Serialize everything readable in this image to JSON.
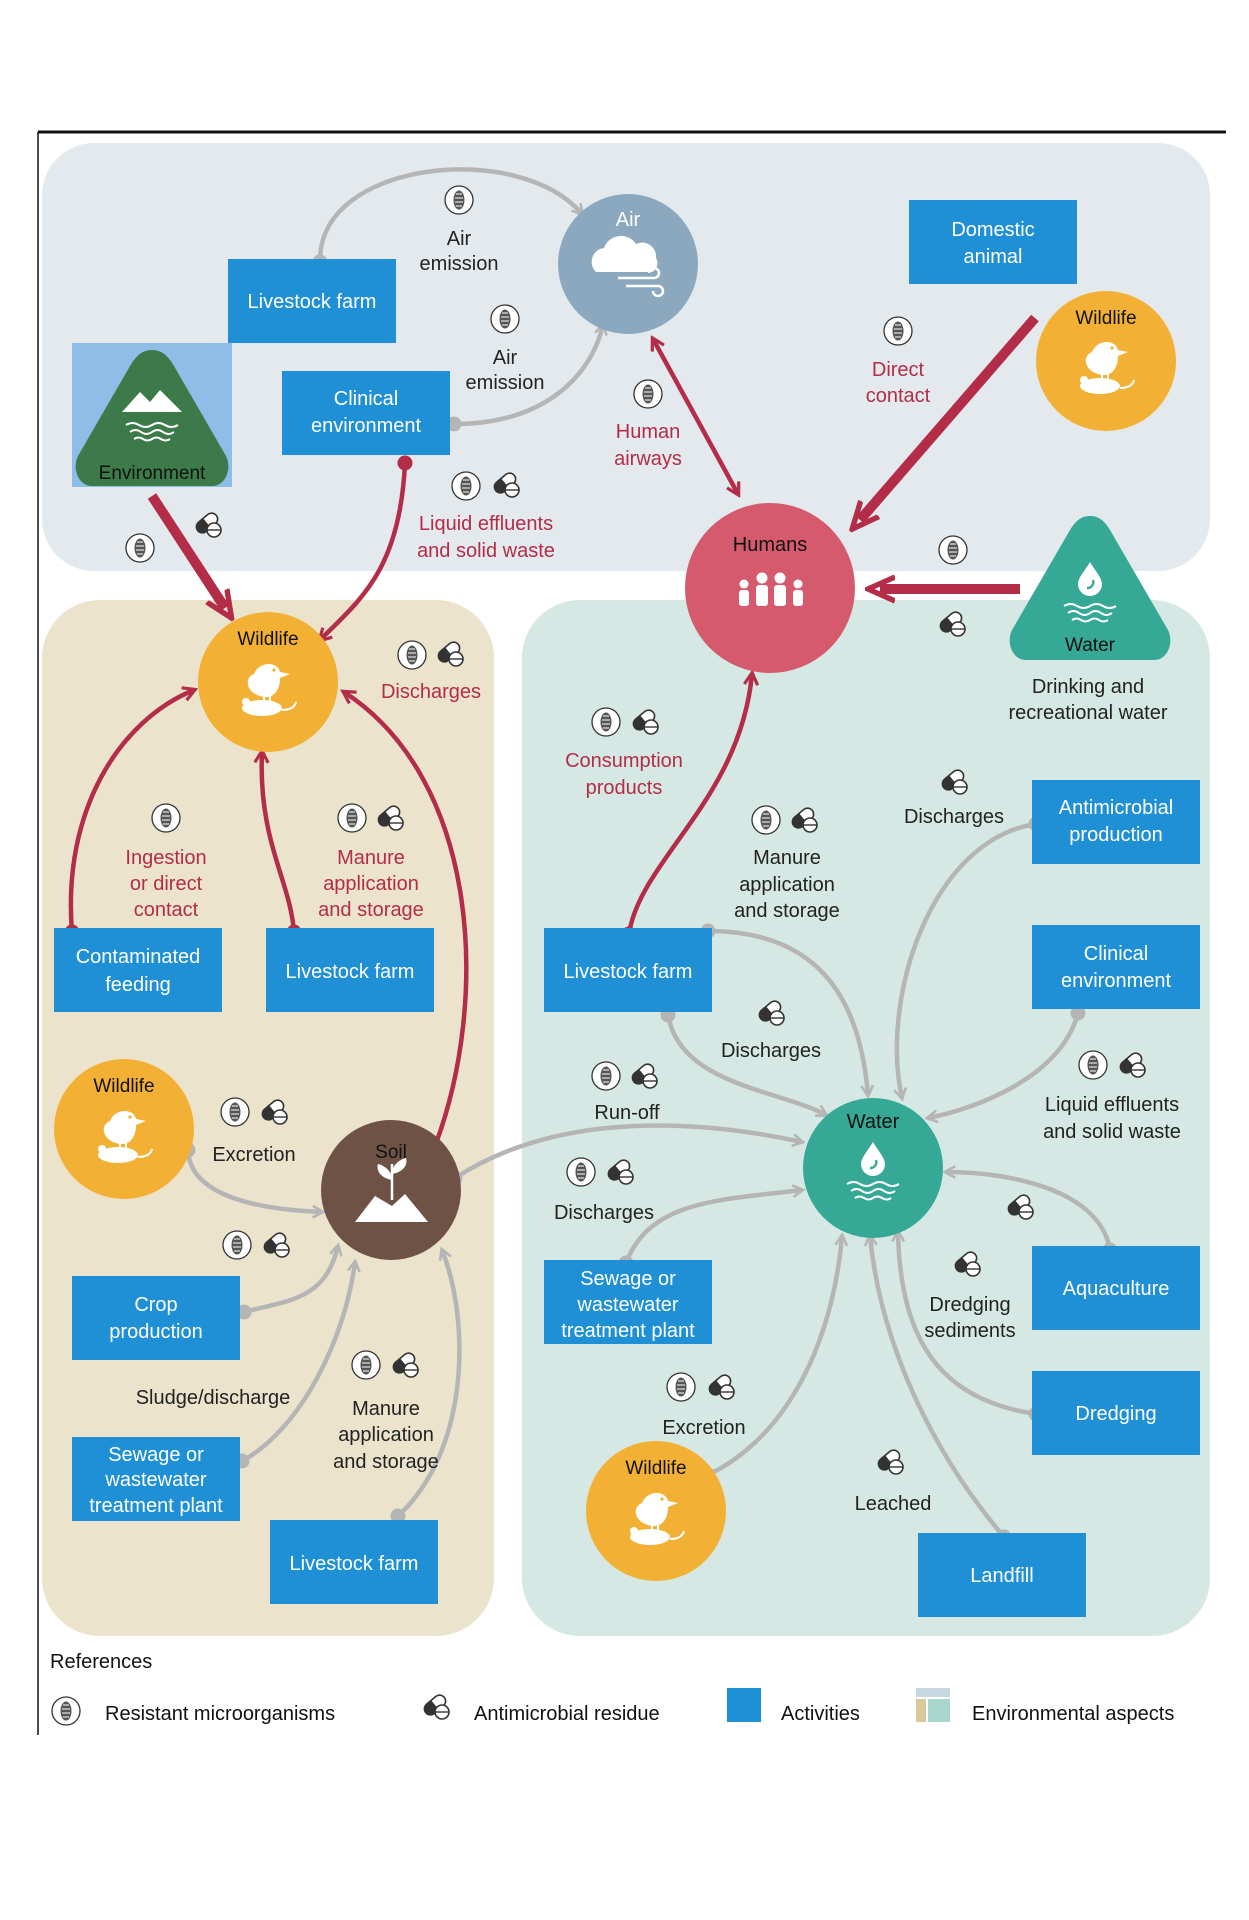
{
  "colors": {
    "air_zone": "#e3e9ed",
    "soil_zone": "#ebe3cc",
    "water_zone": "#d5e8e4",
    "activity": "#1f8fd6",
    "wildlife": "#f2b134",
    "humans": "#d55a6d",
    "water": "#36a896",
    "soil": "#6d5245",
    "air": "#8ca8bf",
    "environment": "#3d7a4a",
    "red_arrow": "#b32d48",
    "grey_arrow": "#b5b5b5",
    "red_text": "#b32d48"
  },
  "hubs": {
    "air": "Air",
    "humans": "Humans",
    "water_center": "Water",
    "soil": "Soil",
    "wildlife_top_right": "Wildlife",
    "wildlife_soil_top": "Wildlife",
    "wildlife_soil_left": "Wildlife",
    "wildlife_water": "Wildlife",
    "environment": "Environment",
    "water_triangle": "Water"
  },
  "boxes": {
    "livestock_air": "Livestock farm",
    "clinical_air": [
      "Clinical",
      "environment"
    ],
    "domestic_animal": [
      "Domestic",
      "animal"
    ],
    "contaminated_feeding": [
      "Contaminated",
      "feeding"
    ],
    "livestock_soil_mid": "Livestock farm",
    "crop_production": [
      "Crop",
      "production"
    ],
    "sewage_soil": [
      "Sewage or",
      "wastewater",
      "treatment plant"
    ],
    "livestock_soil_bottom": "Livestock farm",
    "livestock_water": "Livestock farm",
    "antimicrobial_production": [
      "Antimicrobial",
      "production"
    ],
    "clinical_water": [
      "Clinical",
      "environment"
    ],
    "sewage_water": [
      "Sewage or",
      "wastewater",
      "treatment plant"
    ],
    "aquaculture": "Aquaculture",
    "dredging": "Dredging",
    "landfill": "Landfill"
  },
  "labels": {
    "air_emission_1": [
      "Air",
      "emission"
    ],
    "air_emission_2": [
      "Air",
      "emission"
    ],
    "direct_contact": [
      "Direct",
      "contact"
    ],
    "human_airways": [
      "Human",
      "airways"
    ],
    "liquid_effluents_air": [
      "Liquid effluents",
      "and solid waste"
    ],
    "discharges_soil_top": "Discharges",
    "ingestion": [
      "Ingestion",
      "or direct",
      "contact"
    ],
    "manure_soil_top": [
      "Manure",
      "application",
      "and storage"
    ],
    "excretion_soil": "Excretion",
    "sludge_discharge": "Sludge/discharge",
    "manure_soil_bottom": [
      "Manure",
      "application",
      "and storage"
    ],
    "drinking_water": [
      "Drinking and",
      "recreational water"
    ],
    "consumption_products": [
      "Consumption",
      "products"
    ],
    "manure_water": [
      "Manure",
      "application",
      "and storage"
    ],
    "discharges_water_1": "Discharges",
    "discharges_water_2": "Discharges",
    "run_off": "Run-off",
    "liquid_effluents_water": [
      "Liquid effluents",
      "and solid waste"
    ],
    "discharges_water_3": "Discharges",
    "excretion_water": "Excretion",
    "dredging_sediments": [
      "Dredging",
      "sediments"
    ],
    "leached": "Leached"
  },
  "legend": {
    "title": "References",
    "resistant": "Resistant microorganisms",
    "residue": "Antimicrobial residue",
    "activities": "Activities",
    "environmental": "Environmental aspects"
  }
}
